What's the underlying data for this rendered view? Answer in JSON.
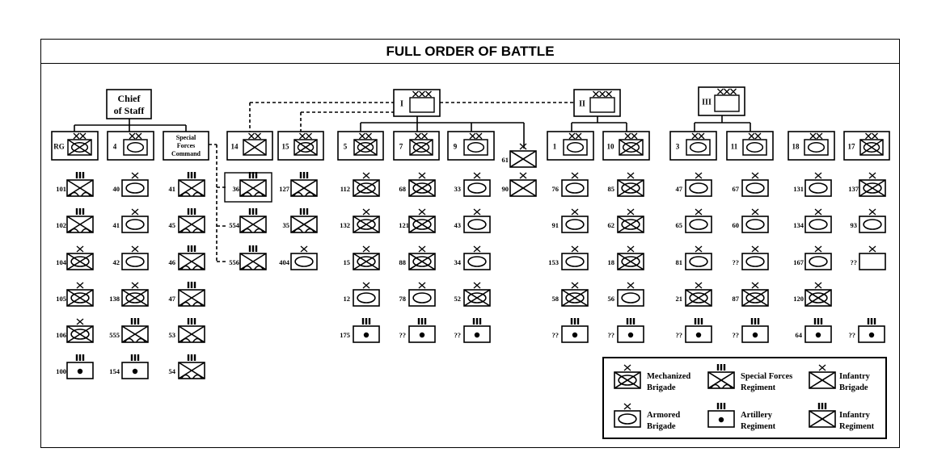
{
  "title": "FULL ORDER OF BATTLE",
  "hq": {
    "chief": [
      "Chief",
      "of Staff"
    ],
    "sfc": [
      "Special",
      "Forces",
      "Command"
    ],
    "corps": [
      "I",
      "II",
      "III"
    ]
  },
  "divisions": [
    "RG",
    "4",
    "14",
    "15",
    "5",
    "7",
    "9",
    "1",
    "10",
    "3",
    "11",
    "18",
    "17"
  ],
  "sfc_units": [
    "36",
    "554",
    "556"
  ],
  "units": [
    "101",
    "40",
    "41",
    "127",
    "112",
    "68",
    "33",
    "90",
    "76",
    "85",
    "47",
    "67",
    "131",
    "137",
    "102",
    "41",
    "45",
    "35",
    "132",
    "121",
    "43",
    "91",
    "62",
    "65",
    "60",
    "134",
    "93",
    "104",
    "42",
    "46",
    "404",
    "15",
    "88",
    "34",
    "153",
    "18",
    "81",
    "??",
    "167",
    "??",
    "105",
    "138",
    "47",
    "12",
    "78",
    "52",
    "58",
    "56",
    "21",
    "87",
    "120",
    "106",
    "555",
    "53",
    "175",
    "??",
    "??",
    "??",
    "??",
    "??",
    "??",
    "64",
    "??",
    "100",
    "154",
    "54",
    "61"
  ],
  "legend": [
    {
      "type": "mech",
      "label": [
        "Mechanized",
        "Brigade"
      ]
    },
    {
      "type": "sf",
      "label": [
        "Special Forces",
        "Regiment"
      ]
    },
    {
      "type": "infb",
      "label": [
        "Infantry",
        "Brigade"
      ]
    },
    {
      "type": "armor",
      "label": [
        "Armored",
        "Brigade"
      ]
    },
    {
      "type": "arty",
      "label": [
        "Artillery",
        "Regiment"
      ]
    },
    {
      "type": "infr",
      "label": [
        "Infantry",
        "Regiment"
      ]
    }
  ]
}
